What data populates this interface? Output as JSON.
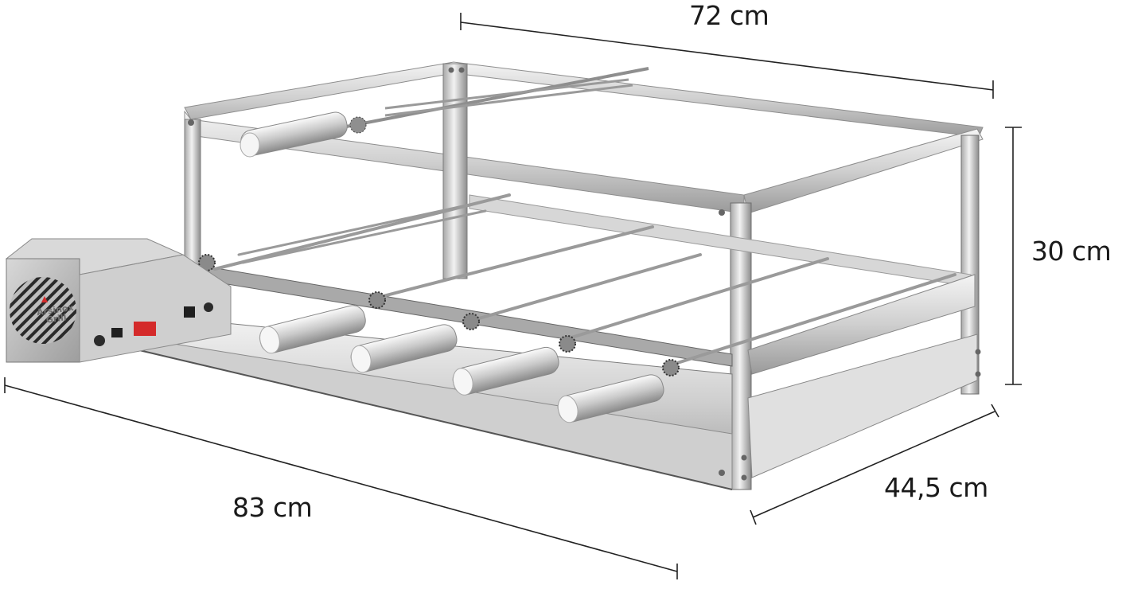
{
  "product": {
    "name": "Rotisserie grill rack with motor",
    "brand_logo": "Arsinox Grill",
    "skewer_count_front": 5,
    "skewer_count_top": 1
  },
  "dimensions": {
    "top": {
      "label": "72 cm",
      "meaning": "width"
    },
    "right": {
      "label": "30 cm",
      "meaning": "height"
    },
    "depth": {
      "label": "44,5 cm",
      "meaning": "depth"
    },
    "front": {
      "label": "83 cm",
      "meaning": "overall length"
    }
  },
  "colors": {
    "background": "#ffffff",
    "steel_light": "#e6e6e6",
    "steel_mid": "#bdbdbd",
    "steel_dark": "#7c7c7c",
    "dimension_line": "#222222",
    "switch_red": "#d42a2a"
  }
}
